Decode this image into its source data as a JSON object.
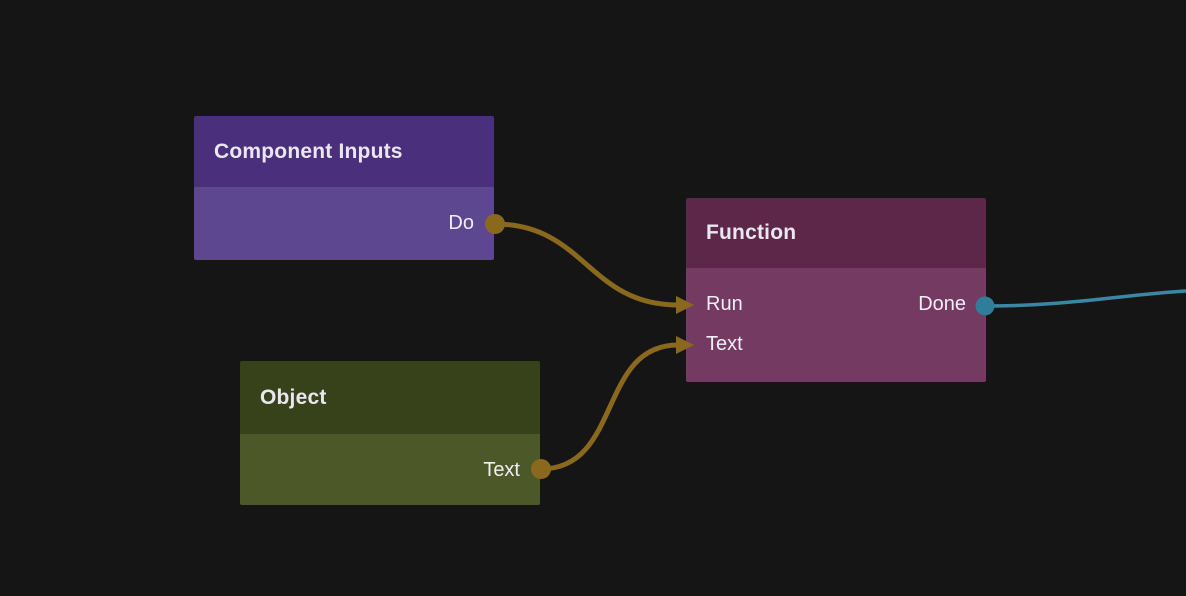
{
  "graph": {
    "colors": {
      "background": "#151515",
      "exec_wire": "#8a681e",
      "data_wire": "#3a87a4",
      "title_text": "#eae7f1",
      "port_text": "#f0edf5"
    },
    "nodes": {
      "component_inputs": {
        "title": "Component Inputs",
        "header_color": "#4a2f7d",
        "body_color": "#5e4791",
        "outputs": [
          {
            "label": "Do",
            "port_color": "#8a681e"
          }
        ]
      },
      "object": {
        "title": "Object",
        "header_color": "#37421a",
        "body_color": "#4d5829",
        "outputs": [
          {
            "label": "Text",
            "port_color": "#8a681e"
          }
        ]
      },
      "function": {
        "title": "Function",
        "header_color": "#5c2748",
        "body_color": "#743a62",
        "inputs": [
          {
            "label": "Run",
            "port_color": "#8a681e"
          },
          {
            "label": "Text",
            "port_color": "#8a681e"
          }
        ],
        "outputs": [
          {
            "label": "Done",
            "port_color": "#2f7d98"
          }
        ]
      }
    },
    "connections": [
      {
        "from_node": "Component Inputs",
        "from_port": "Do",
        "to_node": "Function",
        "to_port": "Run",
        "color": "#8a681e"
      },
      {
        "from_node": "Object",
        "from_port": "Text",
        "to_node": "Function",
        "to_port": "Text",
        "color": "#8a681e"
      },
      {
        "from_node": "Function",
        "from_port": "Done",
        "to_node": "offscreen-right",
        "to_port": "",
        "color": "#3a87a4"
      }
    ]
  }
}
